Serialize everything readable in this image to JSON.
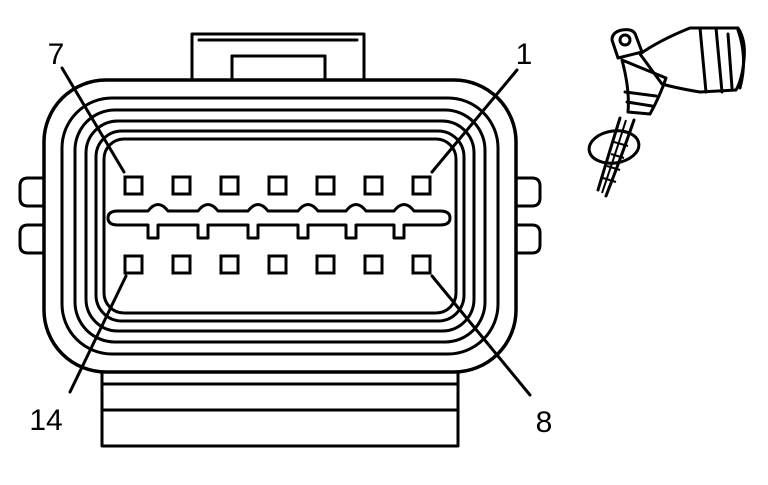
{
  "diagram": {
    "pin_labels": {
      "top_left": "7",
      "top_right": "1",
      "bottom_left": "14",
      "bottom_right": "8"
    },
    "connector": {
      "pins_per_row": 7,
      "rows": 2
    },
    "colors": {
      "line": "#000000",
      "background": "#ffffff"
    }
  }
}
